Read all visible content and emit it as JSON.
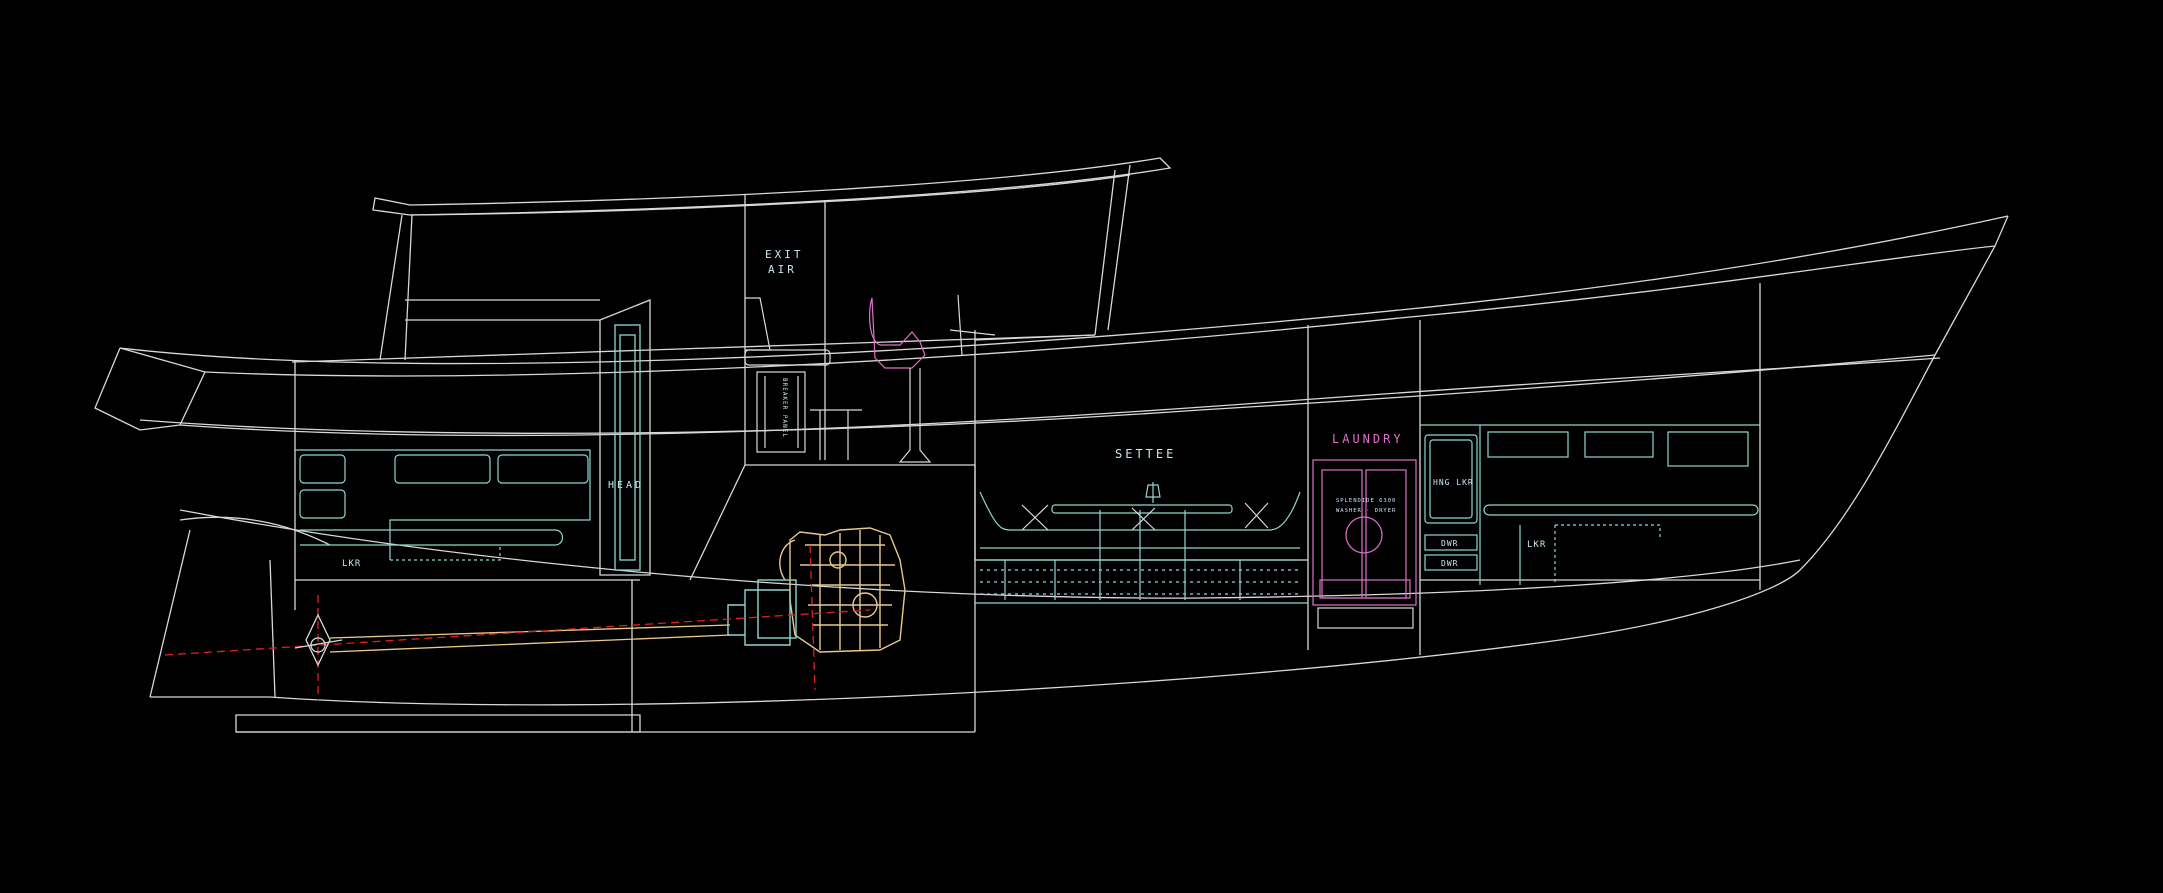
{
  "labels": {
    "exit_air_1": "EXIT",
    "exit_air_2": "AIR",
    "head": "HEAD",
    "settee": "SETTEE",
    "laundry": "LAUNDRY",
    "lkr_aft": "LKR",
    "lkr_fwd": "LKR",
    "hng_lkr": "HNG LKR",
    "dwr_1": "DWR",
    "dwr_2": "DWR",
    "breaker_panel": "BREAKER PANEL",
    "washer_1": "SPLENDIDE 6300",
    "washer_2": "WASHER · DRYER"
  },
  "colors": {
    "background": "#000000",
    "hull": "#d8d8d8",
    "cabinetry": "#8fd6cf",
    "engine": "#e8c98a",
    "helm_seat": "#e070c8",
    "laundry": "#e070c8",
    "centerline": "#e02020",
    "label_text": "#c8e8f0"
  }
}
